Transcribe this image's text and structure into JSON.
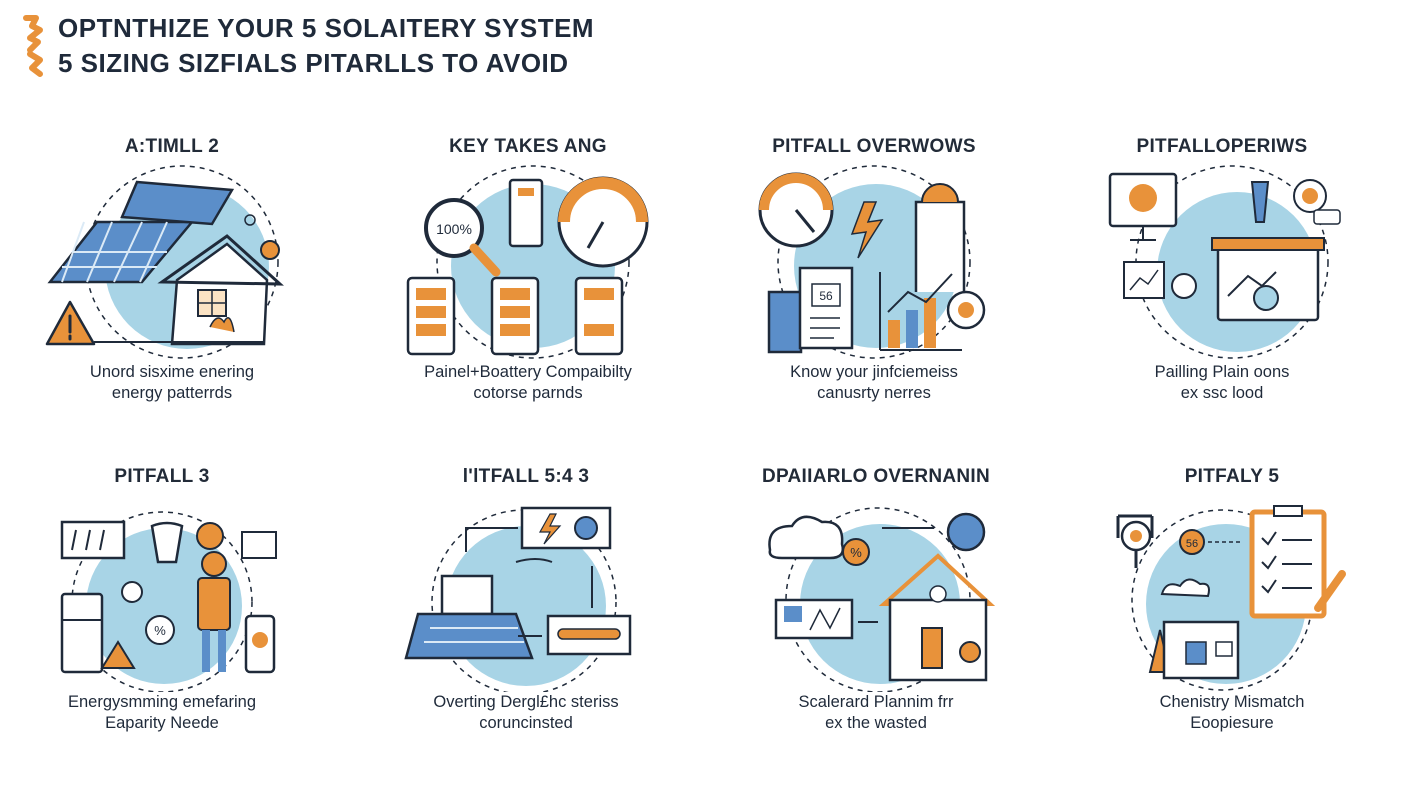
{
  "header": {
    "title_line1": "OPTNTHIZE YOUR 5 SOLAITERY SYSTEM",
    "title_line2": "5 SIZING SIZFIALS PITARLLS TO AVOID"
  },
  "colors": {
    "accent": "#e8923a",
    "blue": "#a8d4e6",
    "navy": "#1f2a3a",
    "panel": "#5b8ec9"
  },
  "cards": [
    {
      "title": "A:TIMLL 2",
      "caption1": "Unord sisxime enering",
      "caption2": "energy patterrds",
      "badge": ""
    },
    {
      "title": "KEY TAKES ANG",
      "caption1": "Painel+Boattery Compaibilty",
      "caption2": "cotorse parnds",
      "badge": "100%"
    },
    {
      "title": "PITFALL OVERWOWS",
      "caption1": "Know your jinfciemeiss",
      "caption2": "canusrty nerres",
      "badge": "56"
    },
    {
      "title": "PITFALLOPERIWS",
      "caption1": "Pailling Plain oons",
      "caption2": "ex ssc lood",
      "badge": ""
    },
    {
      "title": "PITFALL 3",
      "caption1": "Energysmming emefaring",
      "caption2": "Eaparity Neede",
      "badge": "%"
    },
    {
      "title": "l'lTFALL 5:4 3",
      "caption1": "Overting Dergl£hc steriss",
      "caption2": "coruncinsted",
      "badge": ""
    },
    {
      "title": "DPAIIARLO OVERNANIN",
      "caption1": "Scalerard Plannim frr",
      "caption2": "ex the wasted",
      "badge": "%"
    },
    {
      "title": "PITFALY 5",
      "caption1": "Chenistry Mismatch",
      "caption2": "Eoopiesure",
      "badge": "56"
    }
  ]
}
